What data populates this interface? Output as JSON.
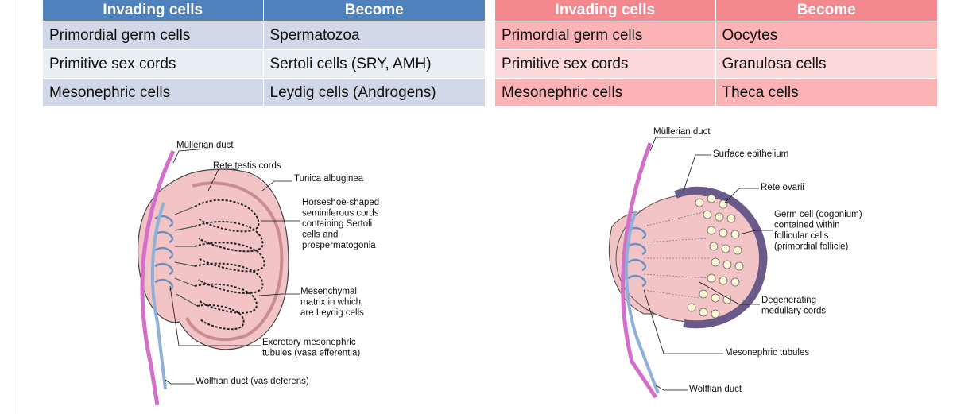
{
  "male_table": {
    "headers": [
      "Invading cells",
      "Become"
    ],
    "rows": [
      [
        "Primordial germ cells",
        "Spermatozoa"
      ],
      [
        "Primitive sex cords",
        "Sertoli cells (SRY, AMH)"
      ],
      [
        "Mesonephric cells",
        "Leydig cells (Androgens)"
      ]
    ]
  },
  "female_table": {
    "headers": [
      "Invading cells",
      "Become"
    ],
    "rows": [
      [
        "Primordial germ cells",
        "Oocytes"
      ],
      [
        "Primitive sex cords",
        "Granulosa cells"
      ],
      [
        "Mesonephric cells",
        "Theca cells"
      ]
    ]
  },
  "testis_diagram": {
    "labels": {
      "mullerian_duct": "Müllerian duct",
      "rete_testis": "Rete testis cords",
      "tunica": "Tunica albuginea",
      "horseshoe": [
        "Horseshoe-shaped",
        "seminiferous cords",
        "containing Sertoli",
        "cells and",
        "prospermatogonia"
      ],
      "mesenchymal": [
        "Mesenchymal",
        "matrix in which",
        "are Leydig cells"
      ],
      "excretory": [
        "Excretory mesonephric",
        "tubules (vasa efferentia)"
      ],
      "wolffian": "Wolffian duct (vas deferens)"
    }
  },
  "ovary_diagram": {
    "labels": {
      "mullerian_duct": "Müllerian duct",
      "surface_epithelium": "Surface epithelium",
      "rete_ovarii": "Rete ovarii",
      "germ_cell": [
        "Germ cell (oogonium)",
        "contained within",
        "follicular cells",
        "(primordial follicle)"
      ],
      "degenerating": [
        "Degenerating",
        "medullary cords"
      ],
      "mesonephric_tubules": "Mesonephric tubules",
      "wolffian": "Wolffian duct"
    }
  },
  "colors": {
    "male_header": "#4f81bd",
    "male_row_dark": "#d0d8e8",
    "male_row_light": "#e9edf4",
    "female_header": "#f4888f",
    "female_row_dark": "#fbb3b6",
    "female_row_light": "#fcd8d9"
  }
}
